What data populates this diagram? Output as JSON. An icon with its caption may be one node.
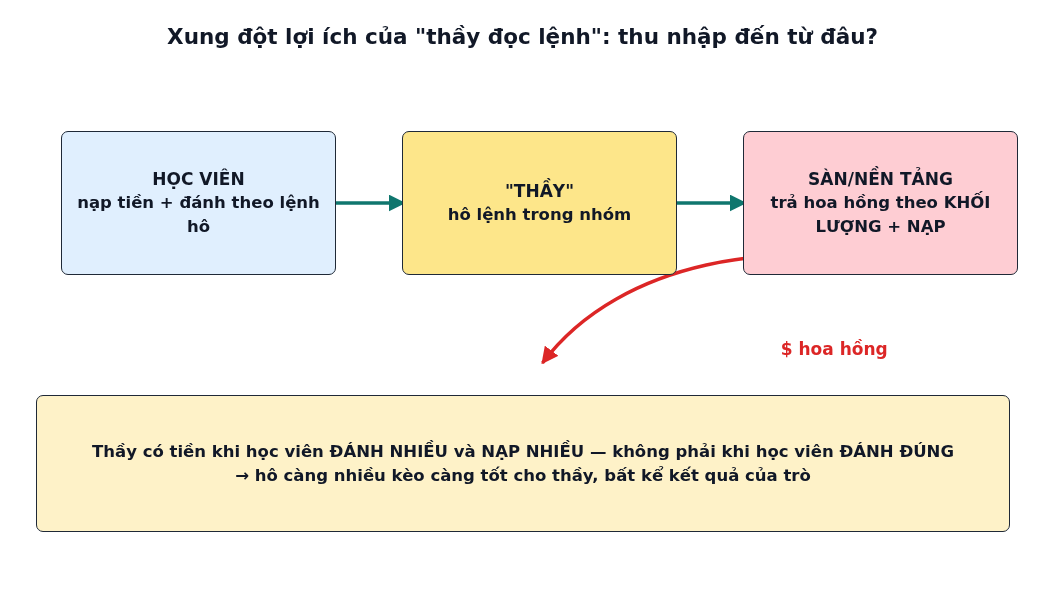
{
  "diagram": {
    "title": "Xung đột lợi ích của \"thầy đọc lệnh\": thu nhập đến từ đâu?",
    "nodes": [
      {
        "text": [
          "HỌC VIÊN",
          "nạp tiền + đánh theo lệnh hô"
        ]
      },
      {
        "text": [
          "\"THẦY\"",
          "hô lệnh trong nhóm"
        ]
      },
      {
        "text": [
          "SÀN/NỀN TẢNG",
          "trả hoa hồng theo KHỐI LƯỢNG + NẠP"
        ]
      },
      {
        "text": [
          "Thầy có tiền khi học viên ĐÁNH NHIỀU và NẠP NHIỀU — không phải khi học viên ĐÁNH ĐÚNG",
          "→ hô càng nhiều kèo càng tốt cho thầy, bất kể kết quả của trò"
        ]
      }
    ],
    "edges": [
      {
        "from": 0,
        "to": 1,
        "arrow": "to"
      },
      {
        "from": 1,
        "to": 2,
        "arrow": "to"
      },
      {
        "from": 2,
        "to": 3,
        "arrow": "to",
        "label": "$ hoa hồng",
        "color": "#dc2626"
      }
    ]
  }
}
